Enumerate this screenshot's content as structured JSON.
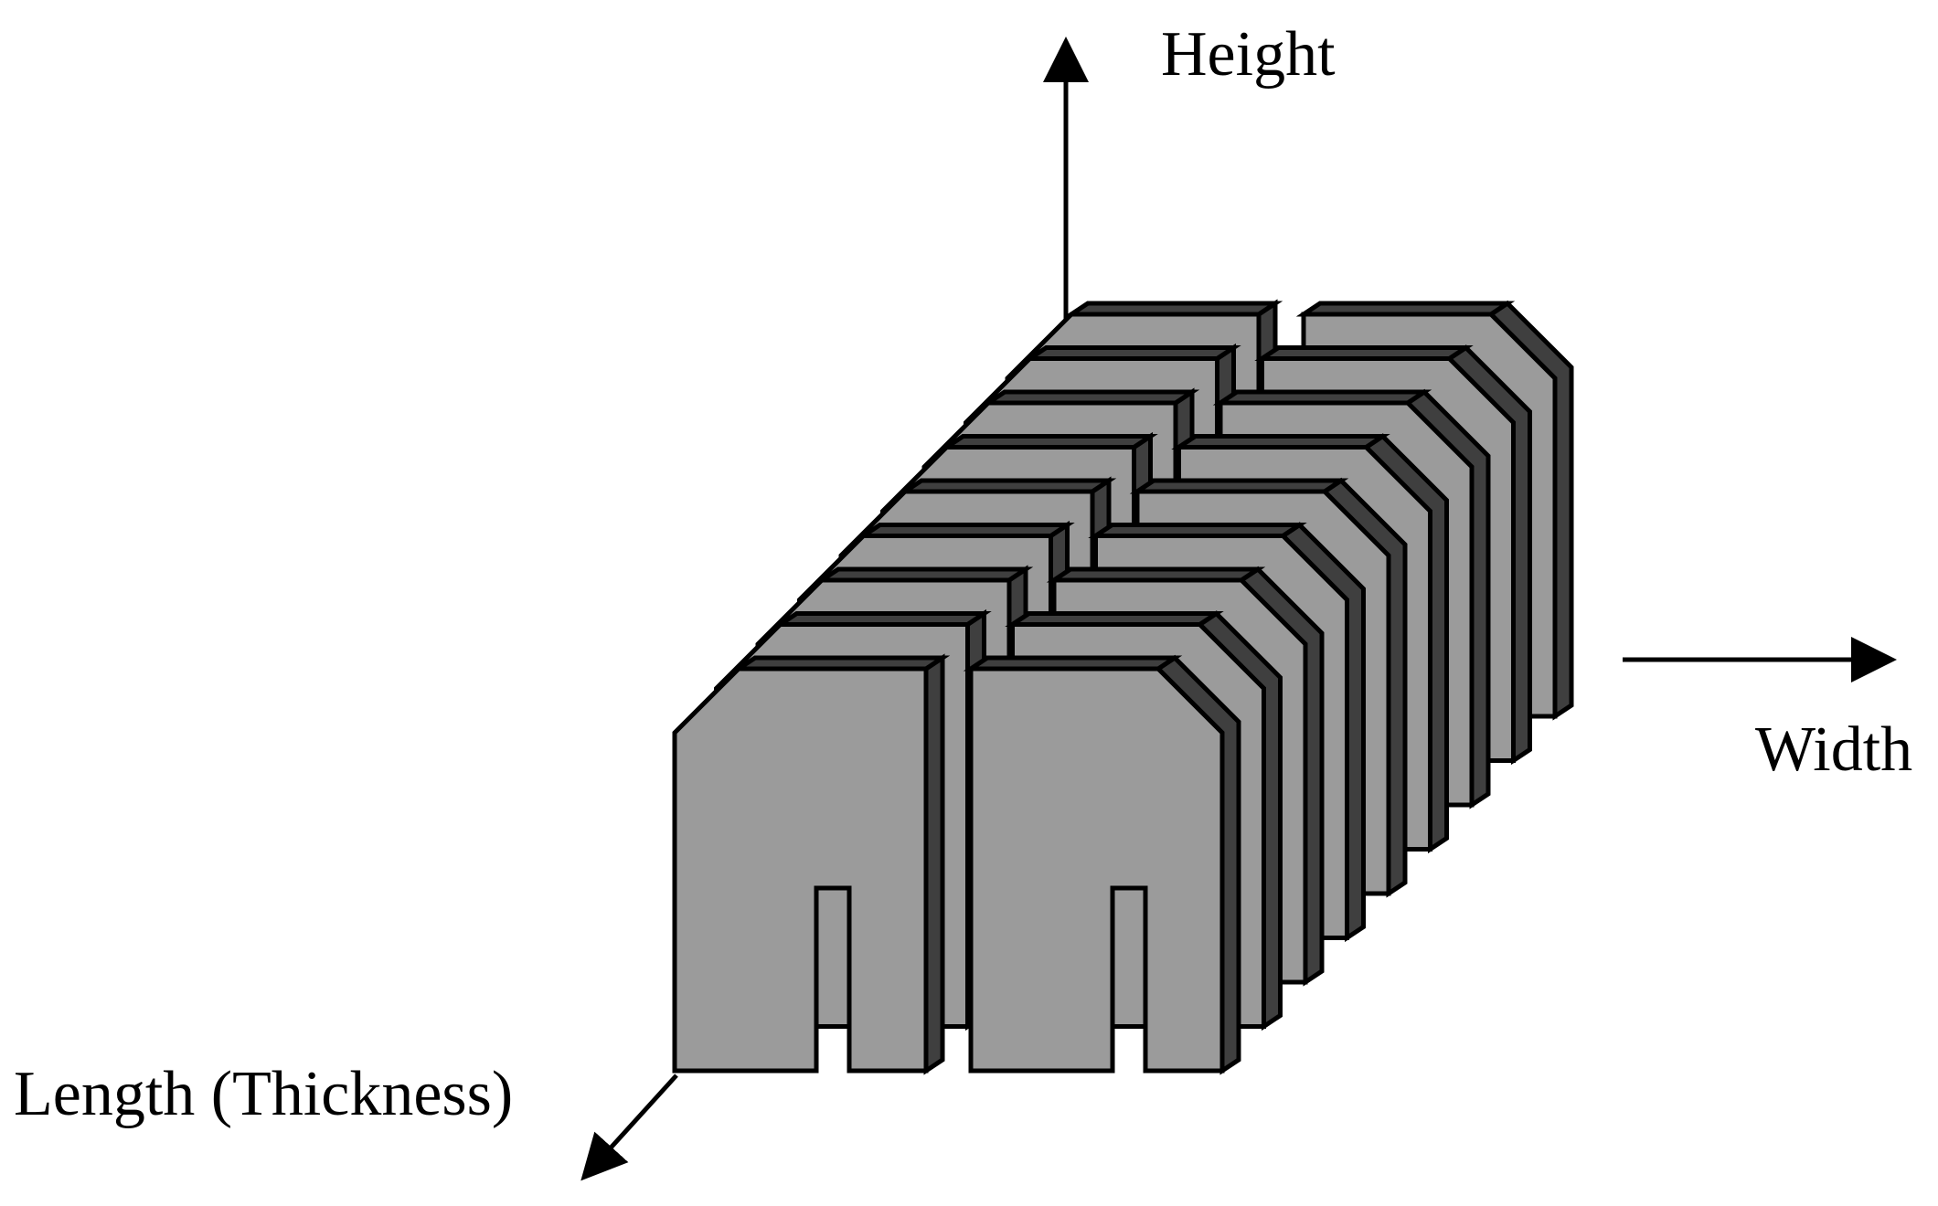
{
  "axes": {
    "height_label": "Height",
    "width_label": "Width",
    "length_label": "Length (Thickness)"
  },
  "structure": {
    "rows": 2,
    "plates_per_row": 9,
    "front_plate_color": "#9b9b9b",
    "shadow_color": "#3f3f3f",
    "outline_color": "#000000"
  }
}
